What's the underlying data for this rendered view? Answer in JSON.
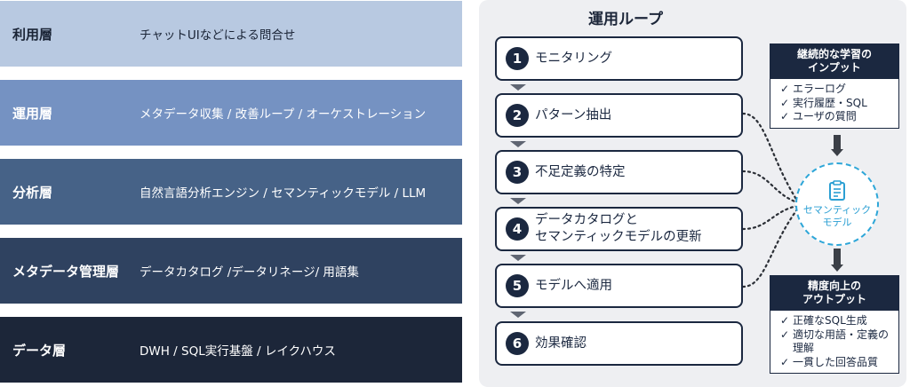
{
  "layers": [
    {
      "name": "利用層",
      "desc": "チャットUIなどによる問合せ",
      "bg": "#b8c9e1",
      "fg": "#1a2436"
    },
    {
      "name": "運用層",
      "desc": "メタデータ収集 / 改善ループ / オーケストレーション",
      "bg": "#7592c2",
      "fg": "#ffffff"
    },
    {
      "name": "分析層",
      "desc": "自然言語分析エンジン / セマンティックモデル / LLM",
      "bg": "#466287",
      "fg": "#ffffff"
    },
    {
      "name": "メタデータ管理層",
      "desc": "データカタログ /データリネージ/ 用語集",
      "bg": "#2f4260",
      "fg": "#ffffff"
    },
    {
      "name": "データ層",
      "desc": "DWH / SQL実行基盤 / レイクハウス",
      "bg": "#1c2639",
      "fg": "#ffffff"
    }
  ],
  "loop": {
    "title": "運用ループ",
    "steps": [
      {
        "num": "1",
        "label": "モニタリング"
      },
      {
        "num": "2",
        "label": "パターン抽出"
      },
      {
        "num": "3",
        "label": "不足定義の特定"
      },
      {
        "num": "4",
        "label": "データカタログと\nセマンティックモデルの更新"
      },
      {
        "num": "5",
        "label": "モデルへ適用"
      },
      {
        "num": "6",
        "label": "効果確認"
      }
    ]
  },
  "input_box": {
    "title_line1": "継続的な学習の",
    "title_line2": "インプット",
    "items": [
      "エラーログ",
      "実行履歴・SQL",
      "ユーザの質問"
    ]
  },
  "semantic_model": {
    "line1": "セマンティック",
    "line2": "モデル",
    "icon": "clipboard-icon"
  },
  "output_box": {
    "title_line1": "精度向上の",
    "title_line2": "アウトプット",
    "items": [
      "正確なSQL生成",
      "適切な用語・定義の\n理解",
      "一貫した回答品質"
    ]
  },
  "check_mark": "✓",
  "colors": {
    "navy": "#1b2840",
    "accent_cyan": "#2da6d8",
    "panel_bg": "#eeeff2"
  }
}
